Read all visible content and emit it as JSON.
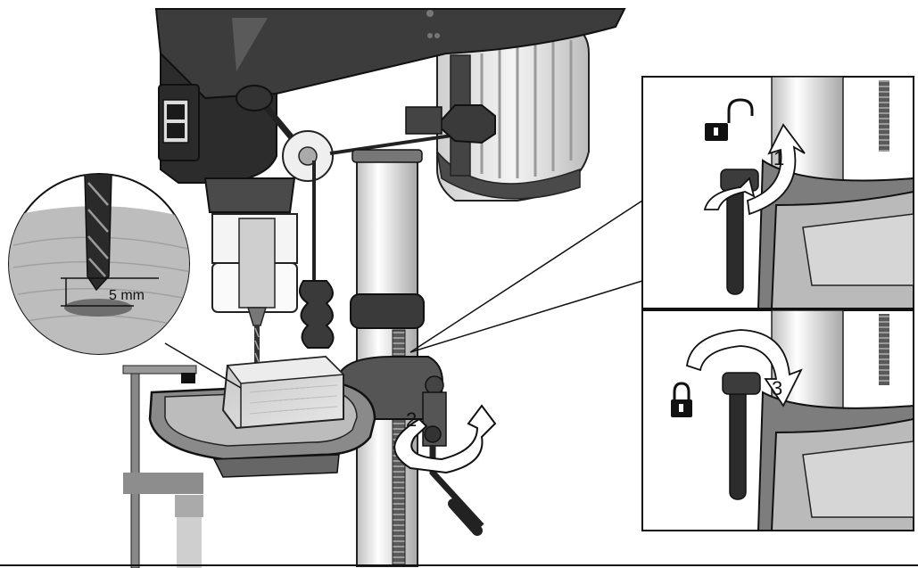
{
  "callouts": {
    "depth_label": "5 mm",
    "step_unlock": "1",
    "step_crank": "2",
    "step_lock": "3"
  },
  "icons": {
    "unlocked": "padlock-open-icon",
    "locked": "padlock-closed-icon"
  },
  "colors": {
    "outline": "#1a1a1a",
    "dark_metal": "#3a3a3a",
    "mid_metal": "#6e6e6e",
    "light_metal": "#d9d9d9",
    "wood": "#d7d7d7"
  }
}
